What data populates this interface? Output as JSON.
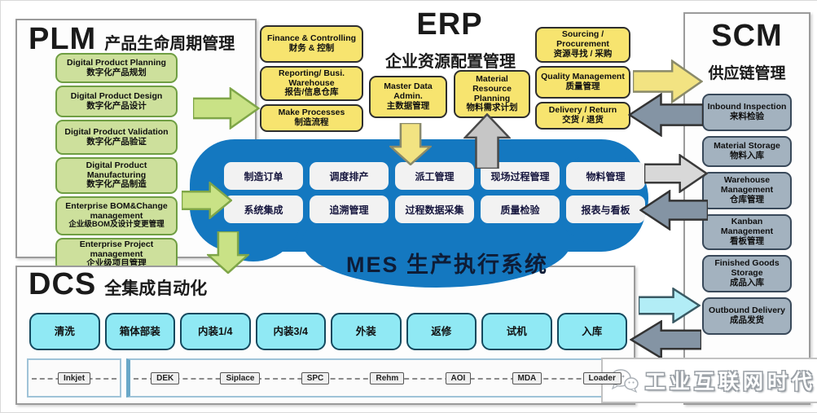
{
  "plm": {
    "title": "PLM",
    "subtitle": "产品生命周期管理",
    "boxes": [
      {
        "en": "Digital Product Planning",
        "zh": "数字化产品规划"
      },
      {
        "en": "Digital Product Design",
        "zh": "数字化产品设计"
      },
      {
        "en": "Digital Product Validation",
        "zh": "数字化产品验证"
      },
      {
        "en": "Digital Product Manufacturing",
        "zh": "数字化产品制造"
      },
      {
        "en": "Enterprise BOM&Change management",
        "zh": "企业级BOM及设计变更管理"
      },
      {
        "en": "Enterprise Project management",
        "zh": "企业级项目管理"
      }
    ]
  },
  "erp": {
    "title": "ERP",
    "subtitle": "企业资源配置管理",
    "left_boxes": [
      {
        "en": "Finance & Controlling",
        "zh": "财务 & 控制"
      },
      {
        "en": "Reporting/ Busi. Warehouse",
        "zh": "报告/信息仓库"
      },
      {
        "en": "Make Processes",
        "zh": "制造流程"
      }
    ],
    "center_boxes": [
      {
        "en": "Master Data Admin.",
        "zh": "主数据管理"
      },
      {
        "en": "Material Resource Planning",
        "zh": "物料需求计划"
      }
    ],
    "right_boxes": [
      {
        "en": "Sourcing / Procurement",
        "zh": "资源寻找 / 采购"
      },
      {
        "en": "Quality Management",
        "zh": "质量管理"
      },
      {
        "en": "Delivery / Return",
        "zh": "交货 / 退货"
      }
    ]
  },
  "scm": {
    "title": "SCM",
    "subtitle": "供应链管理",
    "boxes": [
      {
        "en": "Inbound Inspection",
        "zh": "来料检验"
      },
      {
        "en": "Material Storage",
        "zh": "物料入库"
      },
      {
        "en": "Warehouse Management",
        "zh": "仓库管理"
      },
      {
        "en": "Kanban Management",
        "zh": "看板管理"
      },
      {
        "en": "Finished Goods Storage",
        "zh": "成品入库"
      },
      {
        "en": "Outbound Delivery",
        "zh": "成品发货"
      }
    ]
  },
  "mes": {
    "title": "MES 生产执行系统",
    "row1": [
      "制造订单",
      "调度排产",
      "派工管理",
      "现场过程管理",
      "物料管理"
    ],
    "row2": [
      "系统集成",
      "追溯管理",
      "过程数据采集",
      "质量检验",
      "报表与看板"
    ]
  },
  "dcs": {
    "title": "DCS",
    "subtitle": "全集成自动化",
    "stations": [
      "清洗",
      "箱体部装",
      "内装1/4",
      "内装3/4",
      "外装",
      "返修",
      "试机",
      "入库"
    ],
    "equipment": [
      "Inkjet",
      "DEK",
      "Siplace",
      "SPC",
      "Rehm",
      "AOI",
      "MDA",
      "Loader"
    ]
  },
  "watermark": {
    "text": "工业互联网时代"
  },
  "colors": {
    "cloud_blue": "#1478c0",
    "plm_green": "#cde09c",
    "erp_yellow": "#f7e46f",
    "scm_slate": "#a3b2bf",
    "dcs_cyan": "#90e9f4",
    "arrow_green": "#c9e286",
    "arrow_yellow": "#f2e382",
    "arrow_gray": "#8494a4",
    "arrow_lightgray": "#d8d8d8",
    "arrow_cyan": "#b2edf6"
  }
}
